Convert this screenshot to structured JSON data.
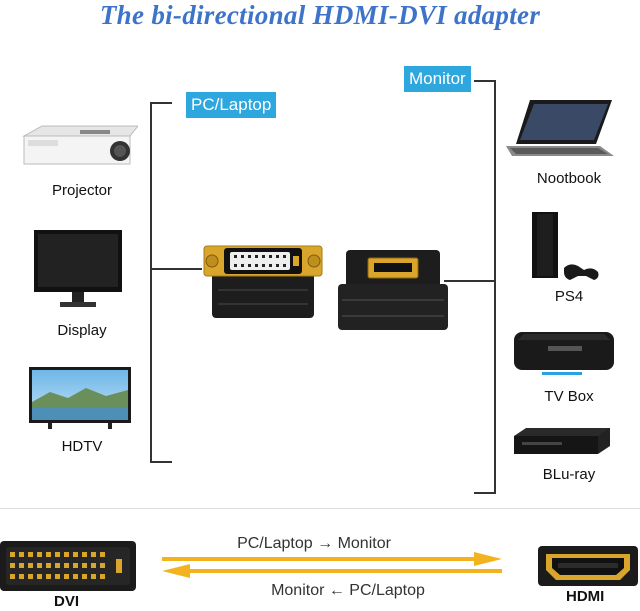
{
  "title": "The bi-directional HDMI-DVI adapter",
  "tags": {
    "left": "PC/Laptop",
    "right": "Monitor"
  },
  "left_devices": [
    {
      "label": "Projector",
      "icon": "projector-icon"
    },
    {
      "label": "Display",
      "icon": "monitor-icon"
    },
    {
      "label": "HDTV",
      "icon": "tv-icon"
    }
  ],
  "right_devices": [
    {
      "label": "Nootbook",
      "icon": "laptop-icon"
    },
    {
      "label": "PS4",
      "icon": "console-icon"
    },
    {
      "label": "TV Box",
      "icon": "tv-box-icon"
    },
    {
      "label": "BLu-ray",
      "icon": "blu-ray-player-icon"
    }
  ],
  "directions": {
    "forward": "PC/Laptop → Monitor",
    "reverse": "Monitor ← PC/Laptop"
  },
  "ports": {
    "dvi": "DVI",
    "hdmi": "HDMI"
  },
  "colors": {
    "title": "#3d74c9",
    "tag": "#2ea6de",
    "arrow_forward": "#f2b31f",
    "arrow_reverse": "#f2b31f",
    "gold": "#d9a52a"
  }
}
